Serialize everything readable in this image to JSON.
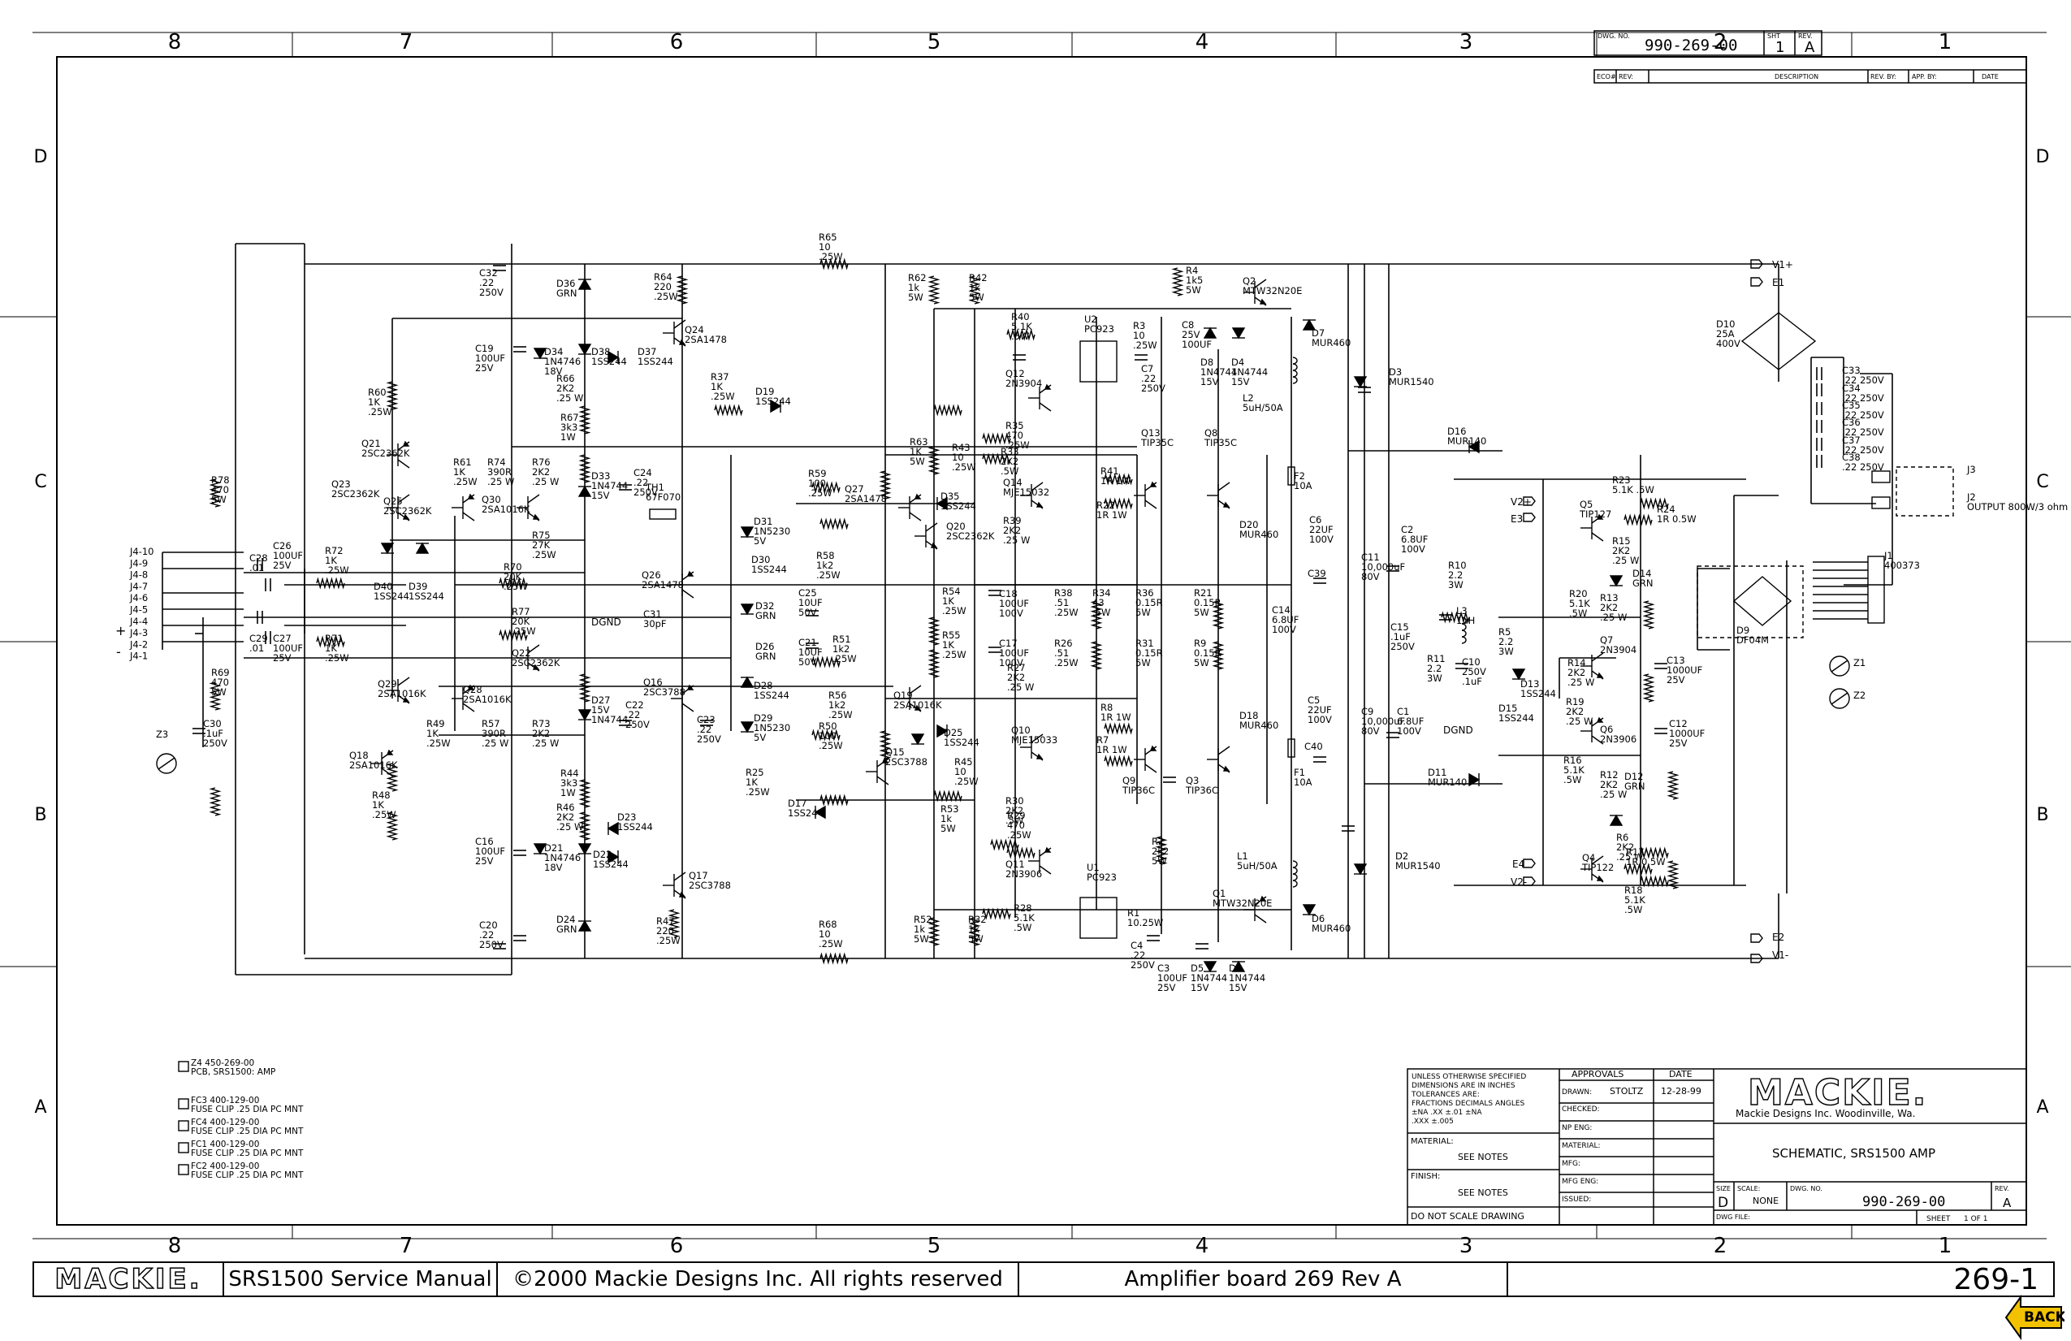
{
  "frame": {
    "columns": [
      "8",
      "7",
      "6",
      "5",
      "4",
      "3",
      "2",
      "1"
    ],
    "rows": [
      "D",
      "C",
      "B",
      "A"
    ]
  },
  "title_block": {
    "dwg_no_label": "DWG. NO.",
    "dwg_no": "990-269-00",
    "sht_label": "SHT",
    "sht": "1",
    "rev_label": "REV.",
    "rev": "A",
    "rev_table_headers": [
      "ECO#",
      "REV:",
      "DESCRIPTION",
      "REV. BY:",
      "APP. BY:",
      "DATE"
    ],
    "tolerance_lines": [
      "UNLESS OTHERWISE SPECIFIED",
      "DIMENSIONS ARE IN INCHES",
      "TOLERANCES ARE:",
      "FRACTIONS  DECIMALS  ANGLES",
      "±NA   .XX ±.01   ±NA",
      "         .XXX ±.005"
    ],
    "material_label": "MATERIAL:",
    "material_value": "SEE NOTES",
    "finish_label": "FINISH:",
    "finish_value": "SEE NOTES",
    "do_not_scale": "DO NOT SCALE DRAWING",
    "approvals_label": "APPROVALS",
    "date_label": "DATE",
    "approval_rows": [
      {
        "label": "DRAWN:",
        "name": "STOLTZ",
        "date": "12-28-99"
      },
      {
        "label": "CHECKED:",
        "name": "",
        "date": ""
      },
      {
        "label": "NP ENG:",
        "name": "",
        "date": ""
      },
      {
        "label": "MATERIAL:",
        "name": "",
        "date": ""
      },
      {
        "label": "MFG:",
        "name": "",
        "date": ""
      },
      {
        "label": "MFG ENG:",
        "name": "",
        "date": ""
      },
      {
        "label": "ISSUED:",
        "name": "",
        "date": ""
      }
    ],
    "company_logo": "MACKIE.",
    "company": "Mackie Designs Inc.  Woodinville, Wa.",
    "title": "SCHEMATIC, SRS1500 AMP",
    "size_label": "SIZE",
    "size": "D",
    "scale_label": "SCALE:",
    "scale": "NONE",
    "dwg_file_label": "DWG FILE:",
    "sheet_label": "SHEET",
    "sheet": "1  OF  1"
  },
  "bom_notes": [
    {
      "ref": "Z4",
      "part": "450-269-00",
      "desc": "PCB, SRS1500: AMP"
    },
    {
      "ref": "FC3",
      "part": "400-129-00",
      "desc": "FUSE CLIP .25 DIA PC MNT"
    },
    {
      "ref": "FC4",
      "part": "400-129-00",
      "desc": "FUSE CLIP .25 DIA PC MNT"
    },
    {
      "ref": "FC1",
      "part": "400-129-00",
      "desc": "FUSE CLIP .25 DIA PC MNT"
    },
    {
      "ref": "FC2",
      "part": "400-129-00",
      "desc": "FUSE CLIP .25 DIA PC MNT"
    }
  ],
  "connectors_left": [
    "J4-10",
    "J4-9",
    "J4-8",
    "J4-7",
    "J4-6",
    "J4-5",
    "J4-4",
    "J4-3",
    "J4-2",
    "J4-1"
  ],
  "components": [
    {
      "ref": "C32",
      "lines": [
        ".22",
        "250V"
      ]
    },
    {
      "ref": "D36",
      "lines": [
        "GRN"
      ]
    },
    {
      "ref": "R64",
      "lines": [
        "220",
        ".25W"
      ]
    },
    {
      "ref": "R65",
      "lines": [
        "10",
        ".25W"
      ]
    },
    {
      "ref": "R62",
      "lines": [
        "1k",
        "5W"
      ]
    },
    {
      "ref": "R42",
      "lines": [
        "1k",
        "5W"
      ]
    },
    {
      "ref": "R4",
      "lines": [
        "1k5",
        "5W"
      ]
    },
    {
      "ref": "Q2",
      "lines": [
        "MTW32N20E"
      ]
    },
    {
      "ref": "D7",
      "lines": [
        "MUR460"
      ]
    },
    {
      "ref": "D3",
      "lines": [
        "MUR1540"
      ]
    },
    {
      "ref": "C19",
      "lines": [
        "100UF",
        "25V"
      ]
    },
    {
      "ref": "D34",
      "lines": [
        "1N4746",
        "18V"
      ]
    },
    {
      "ref": "D38",
      "lines": [
        "1SS244"
      ]
    },
    {
      "ref": "D37",
      "lines": [
        "1SS244"
      ]
    },
    {
      "ref": "Q24",
      "lines": [
        "2SA1478"
      ]
    },
    {
      "ref": "R40",
      "lines": [
        "5.1K",
        ".5W"
      ]
    },
    {
      "ref": "U2",
      "lines": [
        "PC923"
      ]
    },
    {
      "ref": "R3",
      "lines": [
        "10",
        ".25W"
      ]
    },
    {
      "ref": "C8",
      "lines": [
        "25V",
        "100UF"
      ]
    },
    {
      "ref": "D8",
      "lines": [
        "1N4744",
        "15V"
      ]
    },
    {
      "ref": "D4",
      "lines": [
        "1N4744",
        "15V"
      ]
    },
    {
      "ref": "C7",
      "lines": [
        ".22",
        "250V"
      ]
    },
    {
      "ref": "L2",
      "lines": [
        "5uH/50A"
      ]
    },
    {
      "ref": "D10",
      "lines": [
        "25A",
        "400V"
      ]
    },
    {
      "ref": "C33",
      "lines": [
        ".22  250V"
      ]
    },
    {
      "ref": "C34",
      "lines": [
        ".22  250V"
      ]
    },
    {
      "ref": "C35",
      "lines": [
        ".22  250V"
      ]
    },
    {
      "ref": "C36",
      "lines": [
        ".22  250V"
      ]
    },
    {
      "ref": "C37",
      "lines": [
        ".22  250V"
      ]
    },
    {
      "ref": "C38",
      "lines": [
        ".22  250V"
      ]
    },
    {
      "ref": "R60",
      "lines": [
        "1K",
        ".25W"
      ]
    },
    {
      "ref": "R66",
      "lines": [
        "2K2",
        ".25 W"
      ]
    },
    {
      "ref": "R37",
      "lines": [
        "1K",
        ".25W"
      ]
    },
    {
      "ref": "D19",
      "lines": [
        "1SS244"
      ]
    },
    {
      "ref": "Q12",
      "lines": [
        "2N3904"
      ]
    },
    {
      "ref": "R35",
      "lines": [
        "470",
        ".25W"
      ]
    },
    {
      "ref": "R33",
      "lines": [
        "2K2",
        ".5W"
      ]
    },
    {
      "ref": "Q21",
      "lines": [
        "2SC2362K"
      ]
    },
    {
      "ref": "R67",
      "lines": [
        "3k3",
        "1W"
      ]
    },
    {
      "ref": "R61",
      "lines": [
        "1K",
        ".25W"
      ]
    },
    {
      "ref": "R74",
      "lines": [
        "390R",
        ".25 W"
      ]
    },
    {
      "ref": "R76",
      "lines": [
        "2K2",
        ".25 W"
      ]
    },
    {
      "ref": "D33",
      "lines": [
        "1N4744",
        "15V"
      ]
    },
    {
      "ref": "C24",
      "lines": [
        ".22",
        "250V"
      ]
    },
    {
      "ref": "R63",
      "lines": [
        "1K",
        "5W"
      ]
    },
    {
      "ref": "R43",
      "lines": [
        "10",
        ".25W"
      ]
    },
    {
      "ref": "Q13",
      "lines": [
        "TIP35C"
      ]
    },
    {
      "ref": "Q8",
      "lines": [
        "TIP35C"
      ]
    },
    {
      "ref": "D16",
      "lines": [
        "MUR140"
      ]
    },
    {
      "ref": "R78",
      "lines": [
        "470",
        "5W"
      ]
    },
    {
      "ref": "Q23",
      "lines": [
        "2SC2362K"
      ]
    },
    {
      "ref": "Q25",
      "lines": [
        "2SC2362K"
      ]
    },
    {
      "ref": "Q30",
      "lines": [
        "2SA1016K"
      ]
    },
    {
      "ref": "R59",
      "lines": [
        "100",
        ".25W"
      ]
    },
    {
      "ref": "Q27",
      "lines": [
        "2SA1478"
      ]
    },
    {
      "ref": "D35",
      "lines": [
        "1SS244"
      ]
    },
    {
      "ref": "Q14",
      "lines": [
        "MJE15032"
      ]
    },
    {
      "ref": "R41",
      "lines": [
        "1R  1W"
      ]
    },
    {
      "ref": "R22",
      "lines": [
        "1R  1W"
      ]
    },
    {
      "ref": "D20",
      "lines": [
        "MUR460"
      ]
    },
    {
      "ref": "F2",
      "lines": [
        "10A"
      ]
    },
    {
      "ref": "C6",
      "lines": [
        "22UF",
        "100V"
      ]
    },
    {
      "ref": "V2+",
      "lines": []
    },
    {
      "ref": "Q5",
      "lines": [
        "TIP127"
      ]
    },
    {
      "ref": "R23",
      "lines": [
        "5.1K  .5W"
      ]
    },
    {
      "ref": "R24",
      "lines": [
        "1R  0.5W"
      ]
    },
    {
      "ref": "J3",
      "lines": []
    },
    {
      "ref": "J2",
      "lines": [
        "OUTPUT 800W/3 ohm"
      ]
    },
    {
      "ref": "TH1",
      "lines": [
        "67F070"
      ]
    },
    {
      "ref": "D31",
      "lines": [
        "1N5230",
        "5V"
      ]
    },
    {
      "ref": "Q20",
      "lines": [
        "2SC2362K"
      ]
    },
    {
      "ref": "R39",
      "lines": [
        "2K2",
        ".25 W"
      ]
    },
    {
      "ref": "R15",
      "lines": [
        "2K2",
        ".25 W"
      ]
    },
    {
      "ref": "D14",
      "lines": [
        "GRN"
      ]
    },
    {
      "ref": "J1",
      "lines": [
        "400373"
      ]
    },
    {
      "ref": "C26",
      "lines": [
        "100UF",
        "25V"
      ]
    },
    {
      "ref": "R72",
      "lines": [
        "1K",
        ".25W"
      ]
    },
    {
      "ref": "C28",
      "lines": [
        ".01"
      ]
    },
    {
      "ref": "R75",
      "lines": [
        "27K",
        ".25W"
      ]
    },
    {
      "ref": "R70",
      "lines": [
        "20K",
        ".25W"
      ]
    },
    {
      "ref": "D40",
      "lines": [
        "1SS244"
      ]
    },
    {
      "ref": "D39",
      "lines": [
        "1SS244"
      ]
    },
    {
      "ref": "Q26",
      "lines": [
        "2SA1478"
      ]
    },
    {
      "ref": "D30",
      "lines": [
        "1SS244"
      ]
    },
    {
      "ref": "R58",
      "lines": [
        "1k2",
        ".25W"
      ]
    },
    {
      "ref": "C25",
      "lines": [
        "10UF",
        "50V"
      ]
    },
    {
      "ref": "R54",
      "lines": [
        "1K",
        ".25W"
      ]
    },
    {
      "ref": "C18",
      "lines": [
        "100UF",
        "100V"
      ]
    },
    {
      "ref": "R38",
      "lines": [
        ".51",
        ".25W"
      ]
    },
    {
      "ref": "R34",
      "lines": [
        "43",
        ".5W"
      ]
    },
    {
      "ref": "R36",
      "lines": [
        "0.15R",
        "5W"
      ]
    },
    {
      "ref": "R21",
      "lines": [
        "0.15R",
        "5W"
      ]
    },
    {
      "ref": "C39",
      "lines": []
    },
    {
      "ref": "C11",
      "lines": [
        "10,000uF",
        "80V"
      ]
    },
    {
      "ref": "C14",
      "lines": [
        "6.8UF",
        "100V"
      ]
    },
    {
      "ref": "C2",
      "lines": [
        "6.8UF",
        "100V"
      ]
    },
    {
      "ref": "R10",
      "lines": [
        "2.2",
        "3W"
      ]
    },
    {
      "ref": "L3",
      "lines": [
        "1uH"
      ]
    },
    {
      "ref": "R20",
      "lines": [
        "5.1K",
        ".5W"
      ]
    },
    {
      "ref": "R13",
      "lines": [
        "2K2",
        ".25 W"
      ]
    },
    {
      "ref": "D9",
      "lines": [
        "DF04M"
      ]
    },
    {
      "ref": "D32",
      "lines": [
        "GRN"
      ]
    },
    {
      "ref": "C31",
      "lines": [
        "30pF"
      ]
    },
    {
      "ref": "R77",
      "lines": [
        "20K",
        ".25W"
      ]
    },
    {
      "ref": "C29",
      "lines": [
        ".01"
      ]
    },
    {
      "ref": "C27",
      "lines": [
        "100UF",
        "25V"
      ]
    },
    {
      "ref": "R71",
      "lines": [
        "1K",
        ".25W"
      ]
    },
    {
      "ref": "D26",
      "lines": [
        "GRN"
      ]
    },
    {
      "ref": "C21",
      "lines": [
        "10UF",
        "50V"
      ]
    },
    {
      "ref": "R51",
      "lines": [
        "1k2",
        ".25W"
      ]
    },
    {
      "ref": "R55",
      "lines": [
        "1K",
        ".25W"
      ]
    },
    {
      "ref": "C17",
      "lines": [
        "100UF",
        "100V"
      ]
    },
    {
      "ref": "R26",
      "lines": [
        ".51",
        ".25W"
      ]
    },
    {
      "ref": "R31",
      "lines": [
        "0.15R",
        "5W"
      ]
    },
    {
      "ref": "R9",
      "lines": [
        "0.15R",
        "5W"
      ]
    },
    {
      "ref": "C15",
      "lines": [
        ".1uF",
        "250V"
      ]
    },
    {
      "ref": "R5",
      "lines": [
        "2.2",
        "3W"
      ]
    },
    {
      "ref": "Q7",
      "lines": [
        "2N3904"
      ]
    },
    {
      "ref": "R14",
      "lines": [
        "2K2",
        ".25 W"
      ]
    },
    {
      "ref": "C13",
      "lines": [
        "1000UF",
        "25V"
      ]
    },
    {
      "ref": "Z1",
      "lines": []
    },
    {
      "ref": "Z2",
      "lines": []
    },
    {
      "ref": "R69",
      "lines": [
        "470",
        "5W"
      ]
    },
    {
      "ref": "Q22",
      "lines": [
        "2SC2362K"
      ]
    },
    {
      "ref": "Q29",
      "lines": [
        "2SA1016K"
      ]
    },
    {
      "ref": "Q28",
      "lines": [
        "2SA1016K"
      ]
    },
    {
      "ref": "Q16",
      "lines": [
        "2SC3788"
      ]
    },
    {
      "ref": "D28",
      "lines": [
        "1SS244"
      ]
    },
    {
      "ref": "R27",
      "lines": [
        "2K2",
        ".25 W"
      ]
    },
    {
      "ref": "D18",
      "lines": [
        "MUR460"
      ]
    },
    {
      "ref": "R11",
      "lines": [
        "2.2",
        "3W"
      ]
    },
    {
      "ref": "C10",
      "lines": [
        "250V",
        ".1uF"
      ]
    },
    {
      "ref": "D13",
      "lines": [
        "1SS244"
      ]
    },
    {
      "ref": "R19",
      "lines": [
        "2K2",
        ".25 W"
      ]
    },
    {
      "ref": "C30",
      "lines": [
        ".1uF",
        "250V"
      ]
    },
    {
      "ref": "Z3",
      "lines": []
    },
    {
      "ref": "Q18",
      "lines": [
        "2SA1016K"
      ]
    },
    {
      "ref": "R49",
      "lines": [
        "1K",
        ".25W"
      ]
    },
    {
      "ref": "R57",
      "lines": [
        "390R",
        ".25 W"
      ]
    },
    {
      "ref": "R73",
      "lines": [
        "2K2",
        ".25 W"
      ]
    },
    {
      "ref": "D27",
      "lines": [
        "15V",
        "1N4744"
      ]
    },
    {
      "ref": "C22",
      "lines": [
        ".22",
        "250V"
      ]
    },
    {
      "ref": "C23",
      "lines": [
        ".22",
        "250V"
      ]
    },
    {
      "ref": "D29",
      "lines": [
        "1N5230",
        "5V"
      ]
    },
    {
      "ref": "R56",
      "lines": [
        "1k2",
        ".25W"
      ]
    },
    {
      "ref": "R50",
      "lines": [
        "100",
        ".25W"
      ]
    },
    {
      "ref": "Q15",
      "lines": [
        "2SC3788"
      ]
    },
    {
      "ref": "Q19",
      "lines": [
        "2SA1016K"
      ]
    },
    {
      "ref": "D25",
      "lines": [
        "1SS244"
      ]
    },
    {
      "ref": "R45",
      "lines": [
        "10",
        ".25W"
      ]
    },
    {
      "ref": "R8",
      "lines": [
        "1R  1W"
      ]
    },
    {
      "ref": "R7",
      "lines": [
        "1R  1W"
      ]
    },
    {
      "ref": "Q10",
      "lines": [
        "MJE15033"
      ]
    },
    {
      "ref": "C5",
      "lines": [
        "22UF",
        "100V"
      ]
    },
    {
      "ref": "C40",
      "lines": []
    },
    {
      "ref": "C9",
      "lines": [
        "10,000uF",
        "80V"
      ]
    },
    {
      "ref": "C1",
      "lines": [
        "6.8UF",
        "100V"
      ]
    },
    {
      "ref": "D15",
      "lines": [
        "1SS244"
      ]
    },
    {
      "ref": "R16",
      "lines": [
        "5.1K",
        ".5W"
      ]
    },
    {
      "ref": "Q6",
      "lines": [
        "2N3906"
      ]
    },
    {
      "ref": "C12",
      "lines": [
        "1000UF",
        "25V"
      ]
    },
    {
      "ref": "R48",
      "lines": [
        "1K",
        ".25W"
      ]
    },
    {
      "ref": "R44",
      "lines": [
        "3k3",
        "1W"
      ]
    },
    {
      "ref": "R25",
      "lines": [
        "1K",
        ".25W"
      ]
    },
    {
      "ref": "D17",
      "lines": [
        "1SS244"
      ]
    },
    {
      "ref": "R30",
      "lines": [
        "2K2",
        ".5W"
      ]
    },
    {
      "ref": "R29",
      "lines": [
        "470",
        ".25W"
      ]
    },
    {
      "ref": "Q9",
      "lines": [
        "TIP36C"
      ]
    },
    {
      "ref": "Q3",
      "lines": [
        "TIP36C"
      ]
    },
    {
      "ref": "F1",
      "lines": [
        "10A"
      ]
    },
    {
      "ref": "D11",
      "lines": [
        "MUR140"
      ]
    },
    {
      "ref": "R12",
      "lines": [
        "2K2",
        ".25 W"
      ]
    },
    {
      "ref": "D12",
      "lines": [
        "GRN"
      ]
    },
    {
      "ref": "R46",
      "lines": [
        "2K2",
        ".25 W"
      ]
    },
    {
      "ref": "D23",
      "lines": [
        "1SS244"
      ]
    },
    {
      "ref": "R53",
      "lines": [
        "1k",
        "5W"
      ]
    },
    {
      "ref": "R6",
      "lines": [
        "2K2",
        ".25 W"
      ]
    },
    {
      "ref": "C16",
      "lines": [
        "100UF",
        "25V"
      ]
    },
    {
      "ref": "D21",
      "lines": [
        "1N4746",
        "18V"
      ]
    },
    {
      "ref": "D22",
      "lines": [
        "1SS244"
      ]
    },
    {
      "ref": "Q17",
      "lines": [
        "2SC3788"
      ]
    },
    {
      "ref": "Q11",
      "lines": [
        "2N3906"
      ]
    },
    {
      "ref": "U1",
      "lines": [
        "PC923"
      ]
    },
    {
      "ref": "R2",
      "lines": [
        "2k2",
        "5W"
      ]
    },
    {
      "ref": "L1",
      "lines": [
        "5uH/50A"
      ]
    },
    {
      "ref": "D2",
      "lines": [
        "MUR1540"
      ]
    },
    {
      "ref": "Q4",
      "lines": [
        "TIP122"
      ]
    },
    {
      "ref": "R17",
      "lines": [
        "1R  0.5W"
      ]
    },
    {
      "ref": "R18",
      "lines": [
        "5.1K",
        ".5W"
      ]
    },
    {
      "ref": "R1",
      "lines": [
        "10.25W"
      ]
    },
    {
      "ref": "Q1",
      "lines": [
        "MTW32N20E"
      ]
    },
    {
      "ref": "R28",
      "lines": [
        "5.1K",
        ".5W"
      ]
    },
    {
      "ref": "D24",
      "lines": [
        "GRN"
      ]
    },
    {
      "ref": "R47",
      "lines": [
        "220",
        ".25W"
      ]
    },
    {
      "ref": "R52",
      "lines": [
        "1k",
        "5W"
      ]
    },
    {
      "ref": "R32",
      "lines": [
        "1k",
        "5W"
      ]
    },
    {
      "ref": "C4",
      "lines": [
        ".22",
        "250V"
      ]
    },
    {
      "ref": "D6",
      "lines": [
        "MUR460"
      ]
    },
    {
      "ref": "C20",
      "lines": [
        ".22",
        "250V"
      ]
    },
    {
      "ref": "R68",
      "lines": [
        "10",
        ".25W"
      ]
    },
    {
      "ref": "C3",
      "lines": [
        "100UF",
        "25V"
      ]
    },
    {
      "ref": "D5",
      "lines": [
        "1N4744",
        "15V"
      ]
    },
    {
      "ref": "D1",
      "lines": [
        "1N4744",
        "15V"
      ]
    }
  ],
  "net_labels": {
    "v1p": "V1+",
    "e1": "E1",
    "e2": "E2",
    "v1m": "V1-",
    "v2p": "V2+",
    "e3": "E3",
    "e4": "E4",
    "v2m": "V2-",
    "dgnd_top": "DGND",
    "dgnd_mid": "DGND",
    "in_plus": "+",
    "in_minus": "-"
  },
  "footer": {
    "logo": "MACKIE.",
    "manual": "SRS1500 Service Manual",
    "copyright": "©2000 Mackie Designs Inc. All rights reserved",
    "board": "Amplifier board 269 Rev A",
    "page": "269-1",
    "back_label": "BACK"
  },
  "colors": {
    "line": "#000000",
    "back_button": "#f2c200"
  }
}
